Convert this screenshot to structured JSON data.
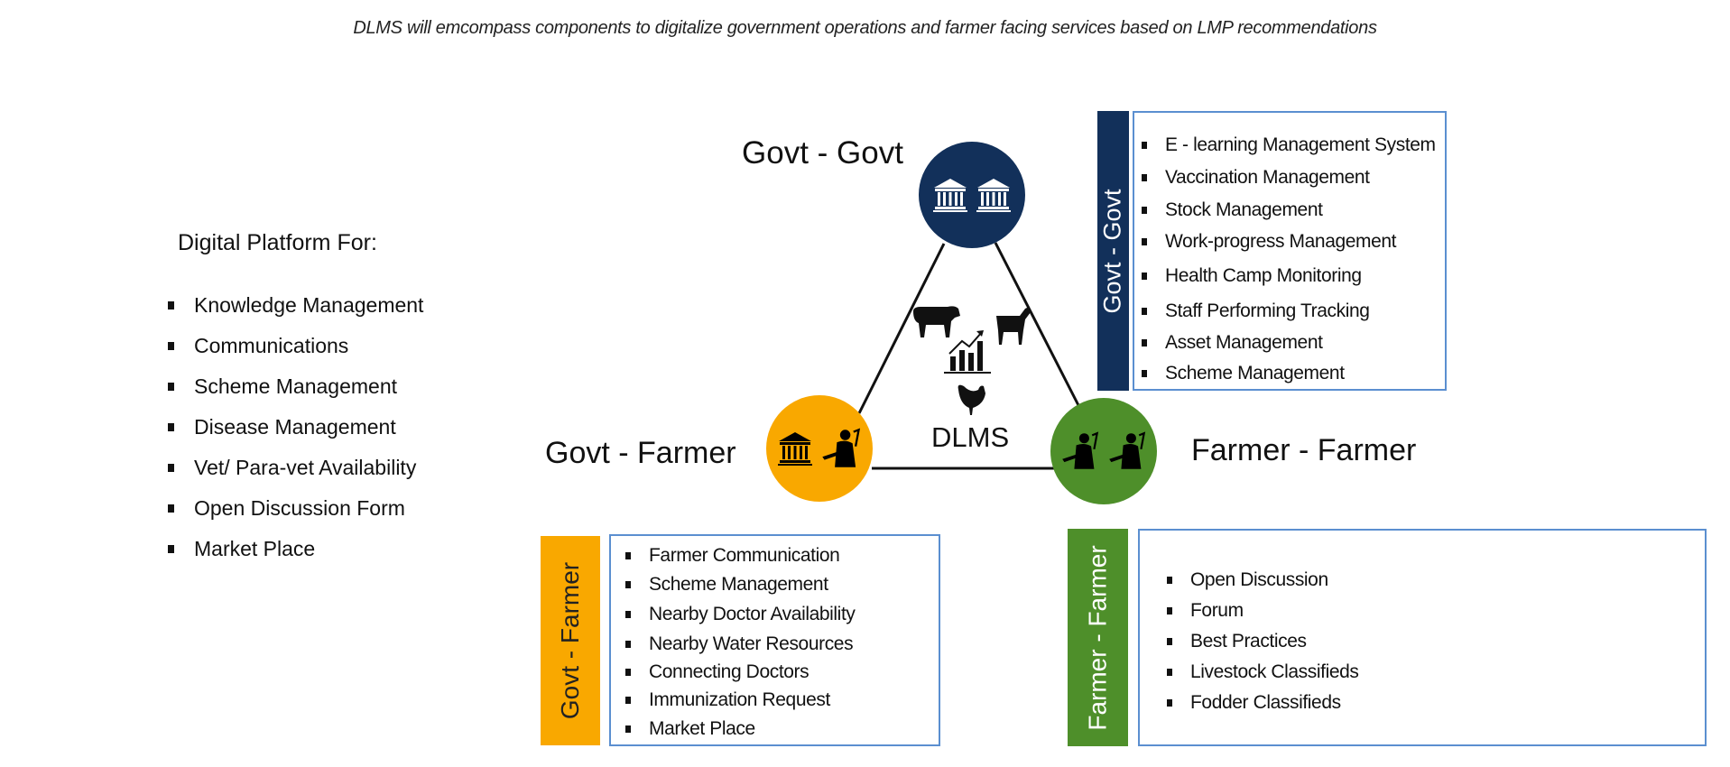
{
  "title": "DLMS will emcompass components to digitalize government operations and farmer facing services  based on LMP recommendations",
  "left_panel": {
    "heading": "Digital Platform For:",
    "items": [
      "Knowledge Management",
      "Communications",
      "Scheme Management",
      "Disease Management",
      "Vet/ Para-vet Availability",
      "Open Discussion Form",
      "Market Place"
    ]
  },
  "center": {
    "label": "DLMS",
    "nodes": {
      "govt_govt": {
        "label": "Govt - Govt",
        "color": "#12305a"
      },
      "govt_farmer": {
        "label": "Govt - Farmer",
        "color": "#f9a800"
      },
      "farmer_farmer": {
        "label": "Farmer - Farmer",
        "color": "#4e8f2a"
      }
    }
  },
  "panels": {
    "govt_govt": {
      "tab": "Govt - Govt",
      "items": [
        "E - learning Management System",
        "Vaccination Management",
        "Stock Management",
        "Work-progress Management",
        "Health Camp Monitoring",
        "Staff Performing  Tracking",
        "Asset Management",
        "Scheme Management"
      ]
    },
    "govt_farmer": {
      "tab": "Govt - Farmer",
      "items": [
        "Farmer Communication",
        "Scheme Management",
        "Nearby Doctor Availability",
        "Nearby Water Resources",
        "Connecting Doctors",
        "Immunization Request",
        "Market Place"
      ]
    },
    "farmer_farmer": {
      "tab": "Farmer - Farmer",
      "items": [
        "Open Discussion",
        "Forum",
        "Best Practices",
        "Livestock Classifieds",
        "Fodder Classifieds"
      ]
    }
  }
}
